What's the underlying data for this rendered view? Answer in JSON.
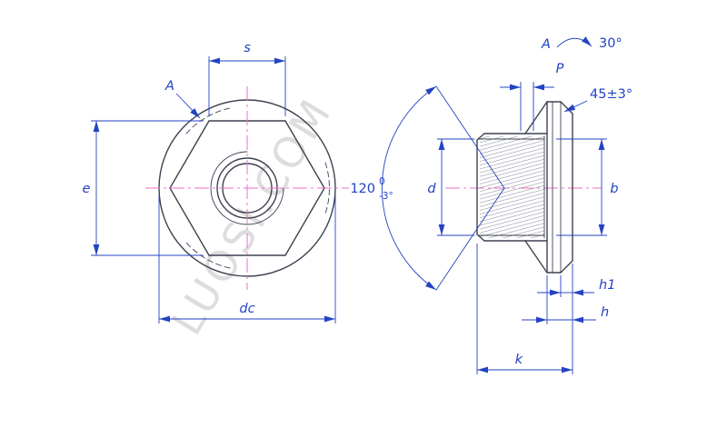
{
  "watermark": "LUOSI.COM",
  "colors": {
    "geometry": "#3d4250",
    "dimension_blue": "#2343c3",
    "centerline_pink": "#ef6fc5",
    "watermark_gray": "#d8d8d8"
  },
  "front": {
    "s": "s",
    "datum": "A",
    "e": "e",
    "dc": "dc",
    "cone_angle": "120",
    "cone_angle_upper_tol": "0",
    "cone_angle_lower_tol": "-3°"
  },
  "side": {
    "section_label": "A",
    "section_angle": "30°",
    "pitch": "P",
    "chamfer_angle": "45±3°",
    "d": "d",
    "b": "b",
    "h1": "h1",
    "h": "h",
    "k": "k"
  }
}
